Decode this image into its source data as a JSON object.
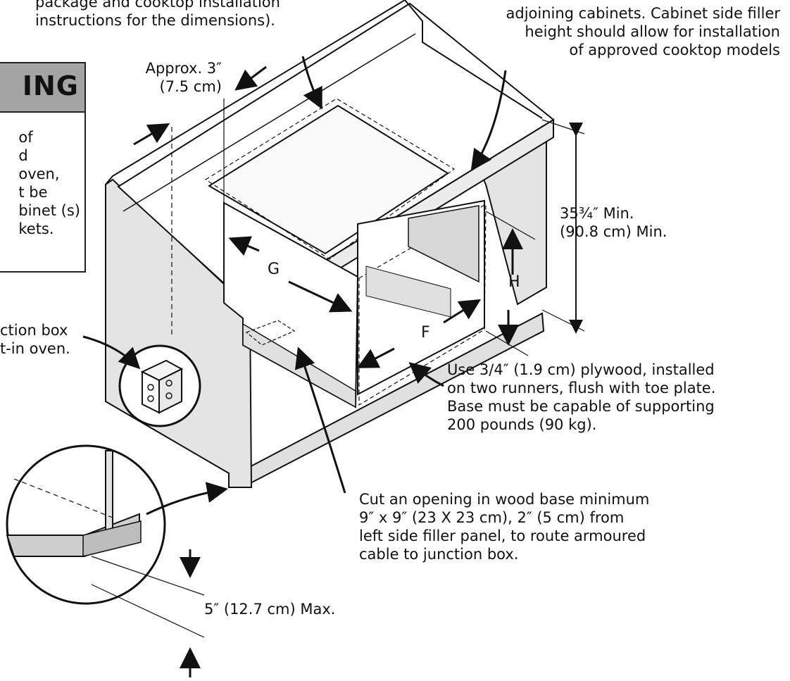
{
  "labels": {
    "top_left": [
      "package and cooktop installation",
      "instructions for the dimensions)."
    ],
    "top_right": [
      "adjoining cabinets. Cabinet side filler",
      "height should allow for installation",
      "of approved cooktop models"
    ],
    "approx": [
      "Approx. 3″",
      "(7.5 cm)"
    ],
    "height": [
      "35¾″ Min.",
      "(90.8 cm) Min."
    ],
    "plywood": [
      "Use 3/4″ (1.9 cm) plywood, installed",
      "on two runners, flush with toe plate.",
      "Base must be capable of supporting",
      "200 pounds (90 kg)."
    ],
    "opening": [
      "Cut an opening in wood base minimum",
      "9″ x 9″ (23 X 23 cm), 2″ (5 cm) from",
      "left side filler panel, to route armoured",
      "cable to junction box."
    ],
    "toe": "5″ (12.7 cm) Max.",
    "junction": [
      "ction box",
      "t-in oven."
    ]
  },
  "letters": {
    "g": "G",
    "h": "H",
    "f": "F"
  },
  "warning": {
    "title": "ING",
    "body": [
      "of",
      "d",
      "oven,",
      "t be",
      "binet (s)",
      "kets."
    ]
  },
  "colors": {
    "panel": "#e4e4e4",
    "box_header": "#a4a4a4",
    "line": "#111111"
  }
}
